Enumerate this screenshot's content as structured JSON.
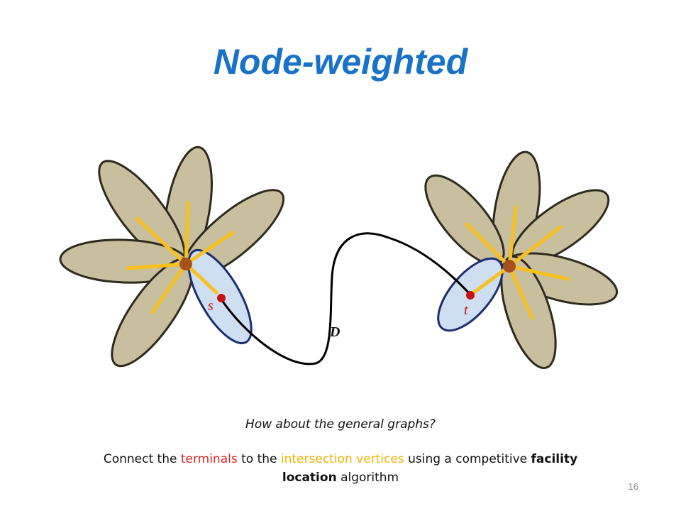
{
  "slide": {
    "title": "Node-weighted",
    "diagram": {
      "label_s": "s",
      "label_t": "t",
      "label_d": "D"
    },
    "question": "How about the general graphs?",
    "description": {
      "part1": "Connect the ",
      "terminals": "terminals",
      "part2": " to the ",
      "intersection_vertices": "intersection vertices",
      "part3": " using a competitive ",
      "facility_location": "facility location",
      "part4": " algorithm"
    },
    "page_number": "16"
  },
  "colors": {
    "title": "#1872c8",
    "petal_fill": "#c8bf9f",
    "petal_stroke": "#2e2a1e",
    "terminal_petal_fill": "#cfdff2",
    "terminal_petal_stroke": "#1c2e6e",
    "spoke": "#f8c020",
    "center": "#a8501e",
    "terminal": "#c81010",
    "terminals_text": "#e0262a",
    "intersection_text": "#f5b400"
  }
}
